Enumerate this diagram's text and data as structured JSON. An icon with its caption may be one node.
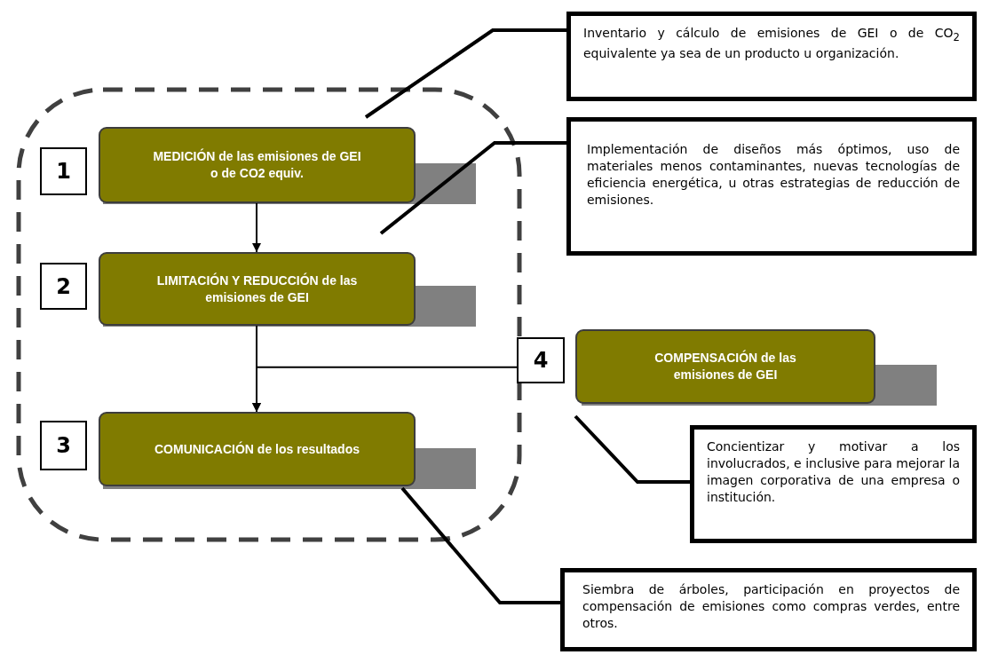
{
  "diagram": {
    "nodes": [
      {
        "text": [],
        "shape": "box"
      },
      {
        "text": [
          "1"
        ],
        "in": 0
      },
      {
        "text": [
          "MEDICIÓN de las emisiones de GEI o de CO2 equiv."
        ],
        "in": 0
      },
      {
        "text": [
          "2"
        ],
        "in": 0
      },
      {
        "text": [
          "LIMITACIÓN Y REDUCCIÓN de las emisiones de GEI"
        ],
        "in": 0
      },
      {
        "text": [
          "3"
        ],
        "in": 0
      },
      {
        "text": [
          "COMUNICACIÓN de los resultados"
        ],
        "in": 0
      },
      {
        "text": [
          "4"
        ]
      },
      {
        "text": [
          "COMPENSACIÓN de las emisiones de GEI"
        ]
      },
      {
        "text": [
          "Inventario y cálculo de emisiones de GEI o de CO$_{2}$ equivalente ya sea de un producto u organización."
        ]
      },
      {
        "text": [
          "Implementación de diseños más óptimos, uso de materiales menos contaminantes, nuevas tecnologías de eficiencia energética, u otras estrategias de reducción de emisiones."
        ]
      },
      {
        "text": [
          "Concientizar y motivar a los involucrados, e inclusive para mejorar la imagen corporativa de una empresa o institución."
        ]
      },
      {
        "text": [
          "Siembra de árboles, participación en proyectos de compensación de emisiones como compras verdes, entre otros."
        ]
      }
    ],
    "edges": [
      {
        "from": 2,
        "to": 4,
        "arrow": "to"
      },
      {
        "from": 4,
        "to": 6,
        "arrow": "to"
      },
      {
        "from": 7,
        "to": 6,
        "arrow": "to"
      },
      {
        "from": 9,
        "to": 2,
        "arrow": "none"
      },
      {
        "from": 10,
        "to": null,
        "arrow": "none"
      },
      {
        "from": 11,
        "to": 8,
        "arrow": "none"
      },
      {
        "from": 12,
        "to": 6,
        "arrow": "none"
      }
    ]
  }
}
